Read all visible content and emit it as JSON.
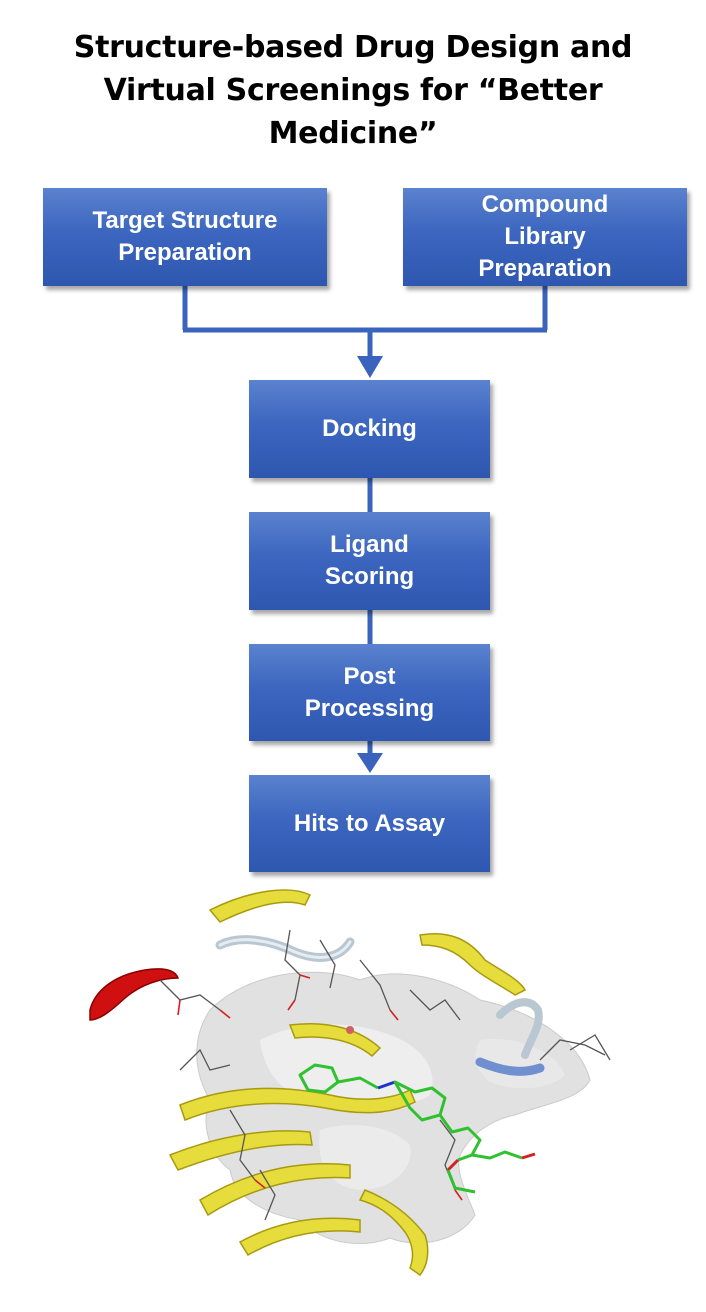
{
  "title": {
    "line1": "Structure-based Drug Design and",
    "line2": "Virtual Screenings for “Better",
    "line3": "Medicine”"
  },
  "boxes": {
    "target": {
      "line1": "Target Structure",
      "line2": "Preparation"
    },
    "library": {
      "line1": "Compound",
      "line2": "Library",
      "line3": "Preparation"
    },
    "docking": {
      "line1": "Docking"
    },
    "scoring": {
      "line1": "Ligand",
      "line2": "Scoring"
    },
    "post": {
      "line1": "Post",
      "line2": "Processing"
    },
    "hits": {
      "line1": "Hits to Assay"
    }
  },
  "colors": {
    "box_fill": "#3c66bf",
    "connector": "#3a63be",
    "molecule_ribbon_yellow": "#e6dc3c",
    "molecule_ribbon_red": "#d01010",
    "ligand_green": "#2fc12f"
  },
  "image": {
    "description_icon": "protein-ligand-docking-image"
  }
}
